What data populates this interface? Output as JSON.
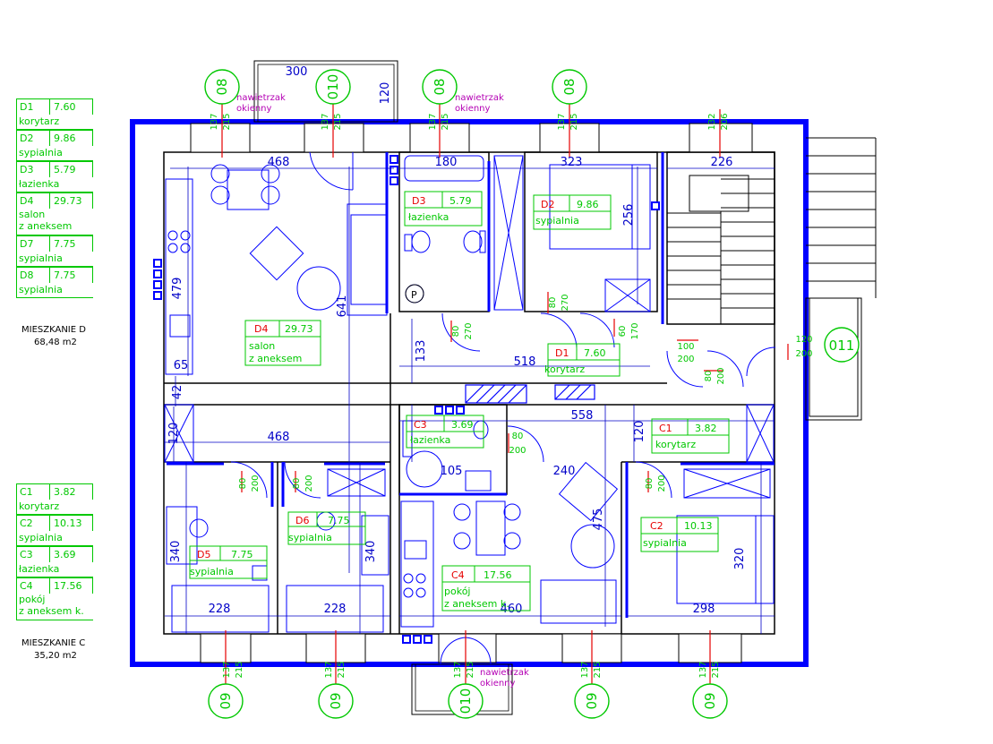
{
  "legend_d": {
    "rows": [
      {
        "code": "D1",
        "area": "7.60",
        "name": "korytarz"
      },
      {
        "code": "D2",
        "area": "9.86",
        "name": "sypialnia"
      },
      {
        "code": "D3",
        "area": "5.79",
        "name": "łazienka"
      },
      {
        "code": "D4",
        "area": "29.73",
        "name": "salon\nz aneksem"
      },
      {
        "code": "D7",
        "area": "7.75",
        "name": "sypialnia"
      },
      {
        "code": "D8",
        "area": "7.75",
        "name": "sypialnia"
      }
    ],
    "apartment": "MIESZKANIE D",
    "total": "68,48 m2"
  },
  "legend_c": {
    "rows": [
      {
        "code": "C1",
        "area": "3.82",
        "name": "korytarz"
      },
      {
        "code": "C2",
        "area": "10.13",
        "name": "sypialnia"
      },
      {
        "code": "C3",
        "area": "3.69",
        "name": "łazienka"
      },
      {
        "code": "C4",
        "area": "17.56",
        "name": "pokój\nz aneksem k."
      }
    ],
    "apartment": "MIESZKANIE C",
    "total": "35,20 m2"
  },
  "rooms": [
    {
      "code": "D4",
      "area": "29.73",
      "name1": "salon",
      "name2": "z aneksem"
    },
    {
      "code": "D3",
      "area": "5.79",
      "name1": "łazienka",
      "name2": ""
    },
    {
      "code": "D2",
      "area": "9.86",
      "name1": "sypialnia",
      "name2": ""
    },
    {
      "code": "D1",
      "area": "7.60",
      "name1": "korytarz",
      "name2": ""
    },
    {
      "code": "C3",
      "area": "3.69",
      "name1": "łazienka",
      "name2": ""
    },
    {
      "code": "C1",
      "area": "3.82",
      "name1": "korytarz",
      "name2": ""
    },
    {
      "code": "C2",
      "area": "10.13",
      "name1": "sypialnia",
      "name2": ""
    },
    {
      "code": "C4",
      "area": "17.56",
      "name1": "pokój",
      "name2": "z aneksem k."
    },
    {
      "code": "D6",
      "area": "7.75",
      "name1": "sypialnia",
      "name2": ""
    },
    {
      "code": "D5",
      "area": "7.75",
      "name1": "sypialnia",
      "name2": ""
    }
  ],
  "dimensions": [
    "300",
    "120",
    "468",
    "180",
    "323",
    "226",
    "479",
    "641",
    "65",
    "42",
    "256",
    "133",
    "518",
    "270",
    "80",
    "170",
    "60",
    "558",
    "468",
    "120",
    "120",
    "105",
    "240",
    "475",
    "340",
    "340",
    "320",
    "228",
    "228",
    "460",
    "298",
    "200",
    "80",
    "200",
    "200",
    "100",
    "200",
    "200",
    "200"
  ],
  "window_markers": [
    "08",
    "010",
    "08",
    "08",
    "09",
    "09",
    "010",
    "09",
    "09",
    "011"
  ],
  "window_dims": [
    "137",
    "215",
    "206",
    "132",
    "206"
  ],
  "vent_note": "nawietrzak\nokienny",
  "colors": {
    "wall": "#0000ff",
    "dim": "#0000c8",
    "label": "#00c800",
    "red": "#e60000",
    "magenta": "#b400b4",
    "furniture": "#0000ff"
  }
}
